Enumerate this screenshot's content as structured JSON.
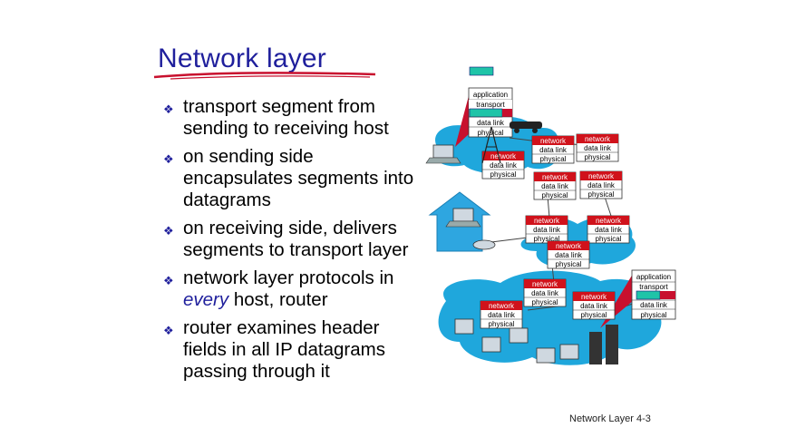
{
  "slide": {
    "title": "Network layer",
    "bullets": [
      {
        "pre": "transport segment from sending to receiving host",
        "em": "",
        "post": ""
      },
      {
        "pre": "on sending side encapsulates segments into datagrams",
        "em": "",
        "post": ""
      },
      {
        "pre": "on receiving side, delivers segments to transport layer",
        "em": "",
        "post": ""
      },
      {
        "pre": "network layer protocols in ",
        "em": "every",
        "post": " host, router"
      },
      {
        "pre": "router examines header fields in all IP datagrams passing through it",
        "em": "",
        "post": ""
      }
    ],
    "footer": "Network Layer  4-3"
  },
  "diagram": {
    "layers": {
      "application": "application",
      "transport": "transport",
      "network": "network",
      "datalink": "data link",
      "physical": "physical"
    },
    "colors": {
      "title": "#1f1f9c",
      "underline": "#c8102e",
      "network_red": "#d0121b",
      "cloud_blue": "#1fa7dc",
      "segment_teal": "#1fc4a8"
    }
  }
}
